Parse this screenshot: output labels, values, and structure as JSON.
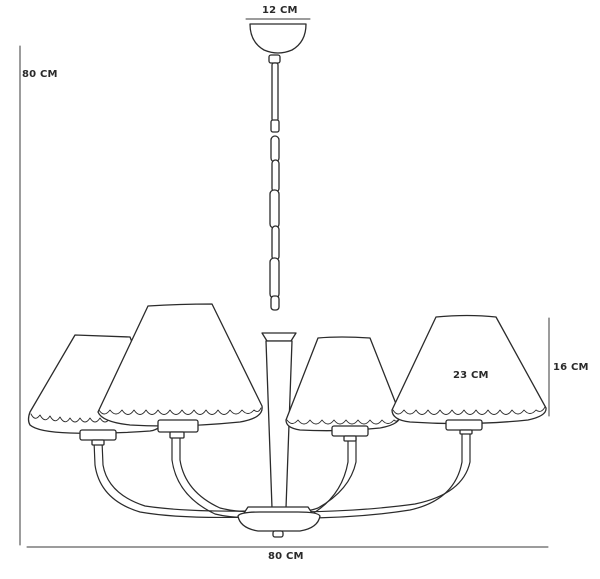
{
  "dimensions": {
    "canopy_width": "12 CM",
    "total_height": "80 CM",
    "shade_width": "23 CM",
    "shade_height": "16 CM",
    "total_width": "80 CM"
  },
  "colors": {
    "line": "#2b2b2b",
    "dimension_line": "#3a3a3a",
    "fill": "#ffffff"
  }
}
